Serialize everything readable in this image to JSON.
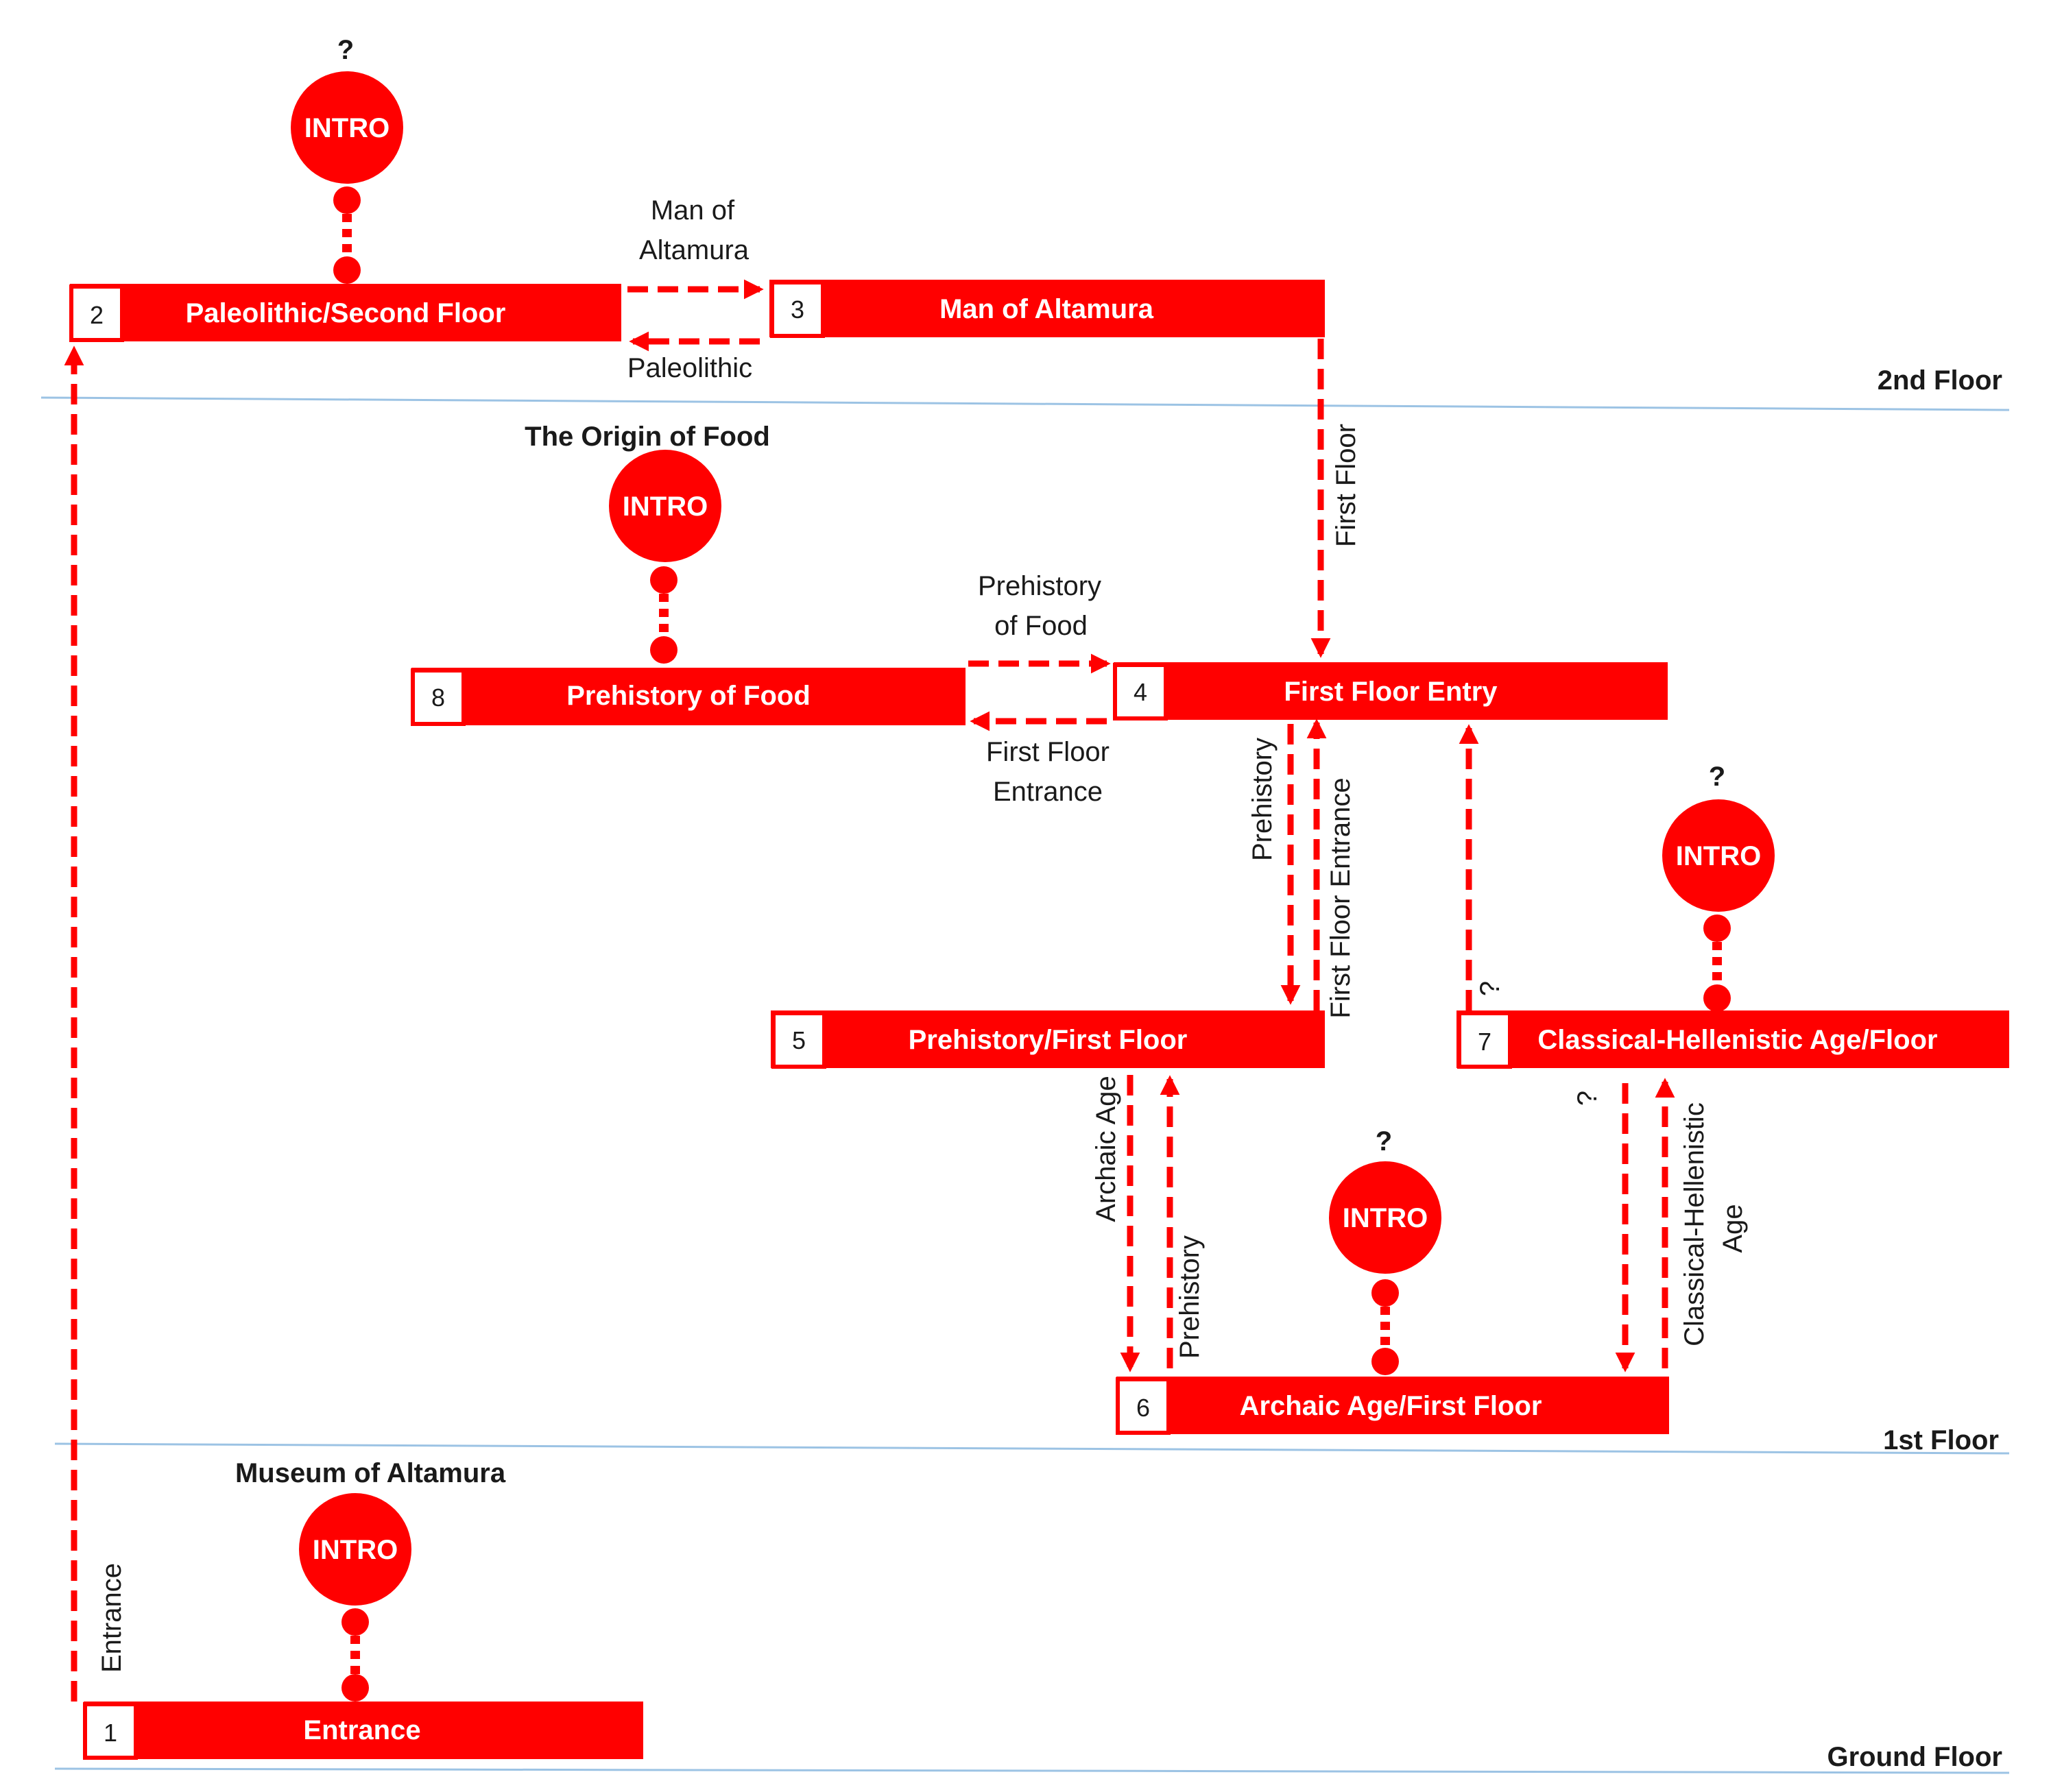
{
  "colors": {
    "accent": "#ff0000",
    "floor_line": "#9cc3e4",
    "text": "#1a1a1a",
    "white": "#ffffff"
  },
  "floors": {
    "second": "2nd Floor",
    "first": "1st Floor",
    "ground": "Ground Floor"
  },
  "stations": [
    {
      "number": "1",
      "title": "Entrance"
    },
    {
      "number": "2",
      "title": "Paleolithic/Second Floor"
    },
    {
      "number": "3",
      "title": "Man of Altamura"
    },
    {
      "number": "4",
      "title": "First Floor Entry"
    },
    {
      "number": "5",
      "title": "Prehistory/First Floor"
    },
    {
      "number": "6",
      "title": "Archaic Age/First Floor"
    },
    {
      "number": "7",
      "title": "Classical-Hellenistic Age/Floor"
    },
    {
      "number": "8",
      "title": "Prehistory of Food"
    }
  ],
  "intros": [
    {
      "label": "INTRO",
      "caption": "Museum of Altamura"
    },
    {
      "label": "INTRO",
      "caption": "?"
    },
    {
      "label": "INTRO",
      "caption": "The Origin of Food"
    },
    {
      "label": "INTRO",
      "caption": "?"
    },
    {
      "label": "INTRO",
      "caption": "?"
    }
  ],
  "edge_labels": {
    "entrance": "Entrance",
    "man_of": "Man of",
    "altamura": "Altamura",
    "paleolithic": "Paleolithic",
    "first_floor": "First Floor",
    "prehistory_line1": "Prehistory",
    "prehistory_line2": "of Food",
    "first_floor_line1": "First Floor",
    "first_floor_line2": "Entrance",
    "prehistory": "Prehistory",
    "first_floor_entrance": "First Floor Entrance",
    "question": "?",
    "archaic_age": "Archaic Age",
    "prehistory_up": "Prehistory",
    "question_down": "?",
    "classical_line1": "Classical-Hellenistic",
    "classical_line2": "Age"
  }
}
